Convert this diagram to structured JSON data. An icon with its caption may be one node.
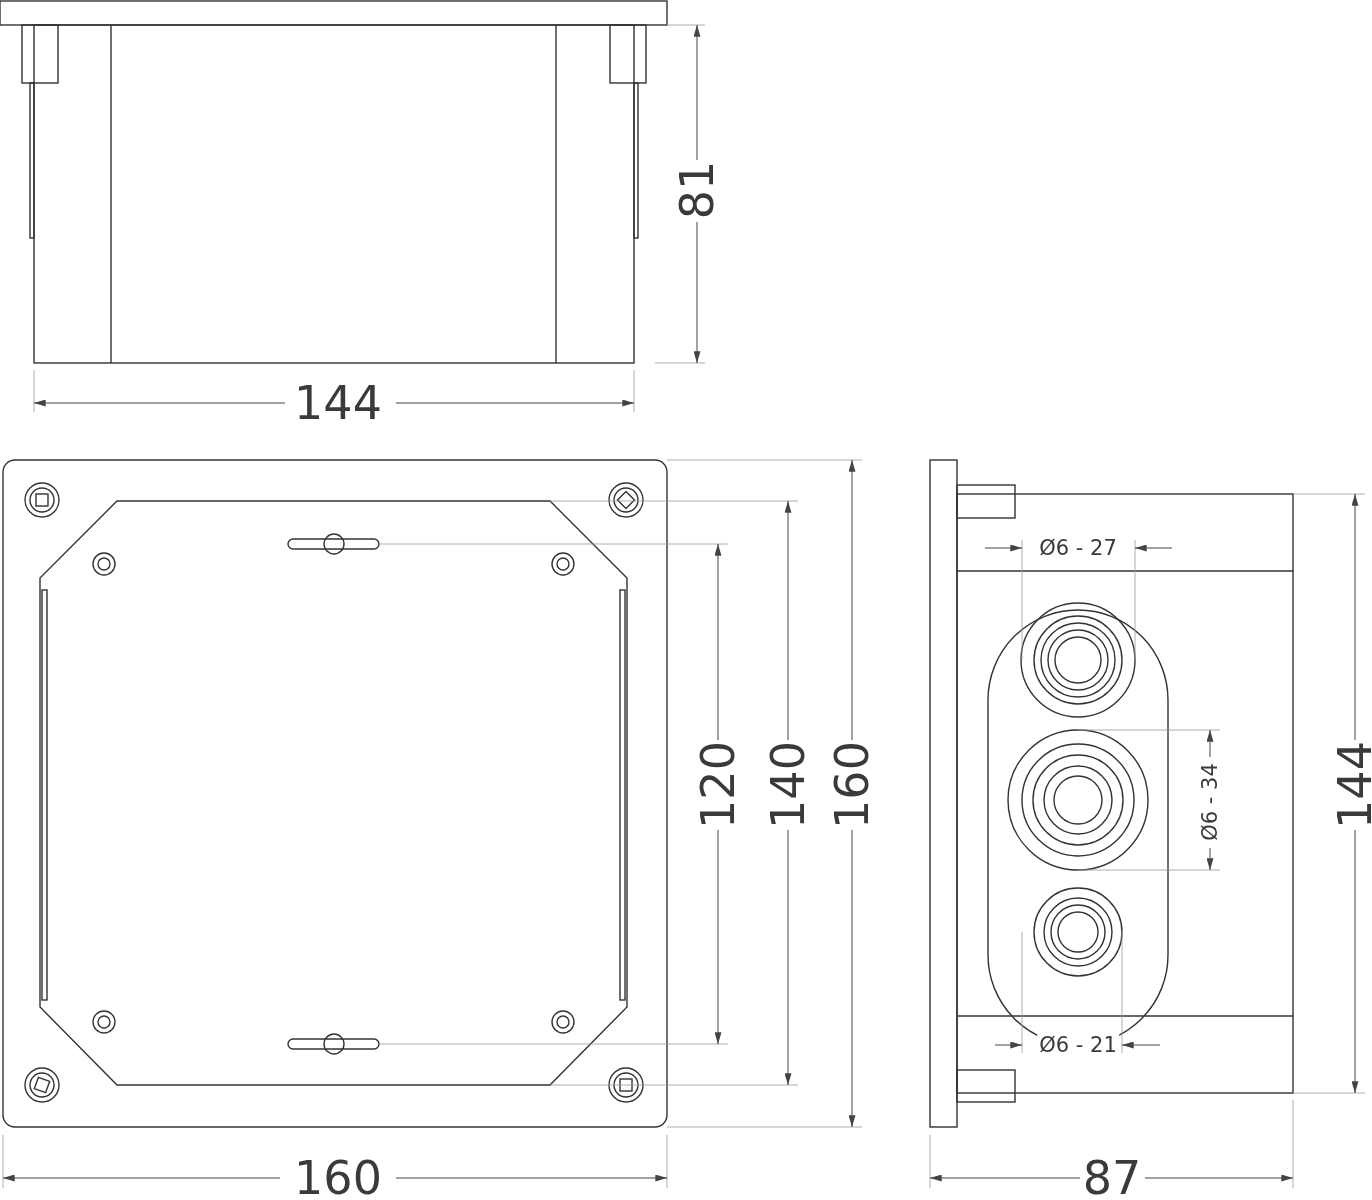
{
  "diagram": {
    "labels": [
      "81",
      "144",
      "Ø6 - 27",
      "120",
      "140",
      "160",
      "Ø6 - 34",
      "144",
      "Ø6 - 21",
      "160",
      "87"
    ]
  }
}
